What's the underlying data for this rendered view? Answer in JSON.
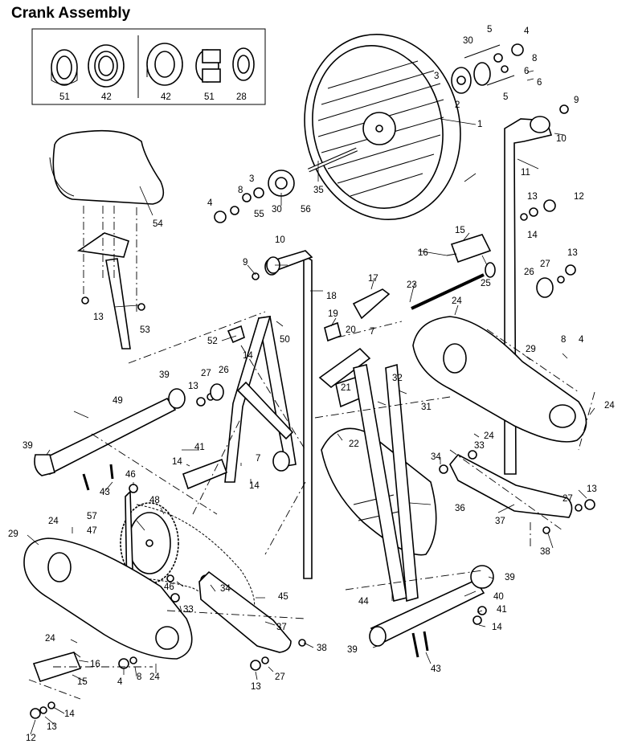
{
  "title": "Crank Assembly",
  "inset_labels": [
    "51",
    "42",
    "42",
    "51",
    "28"
  ],
  "callouts": [
    {
      "id": "c-1",
      "text": "1"
    },
    {
      "id": "c-2",
      "text": "2"
    },
    {
      "id": "c-3a",
      "text": "3"
    },
    {
      "id": "c-30a",
      "text": "30"
    },
    {
      "id": "c-5a",
      "text": "5"
    },
    {
      "id": "c-4a",
      "text": "4"
    },
    {
      "id": "c-8a",
      "text": "8"
    },
    {
      "id": "c-6a",
      "text": "6"
    },
    {
      "id": "c-6b",
      "text": "6"
    },
    {
      "id": "c-5b",
      "text": "5"
    },
    {
      "id": "c-9a",
      "text": "9"
    },
    {
      "id": "c-10a",
      "text": "10"
    },
    {
      "id": "c-11",
      "text": "11"
    },
    {
      "id": "c-12a",
      "text": "12"
    },
    {
      "id": "c-13a",
      "text": "13"
    },
    {
      "id": "c-14a",
      "text": "14"
    },
    {
      "id": "c-54",
      "text": "54"
    },
    {
      "id": "c-3b",
      "text": "3"
    },
    {
      "id": "c-8b",
      "text": "8"
    },
    {
      "id": "c-4b",
      "text": "4"
    },
    {
      "id": "c-55",
      "text": "55"
    },
    {
      "id": "c-30b",
      "text": "30"
    },
    {
      "id": "c-56",
      "text": "56"
    },
    {
      "id": "c-35",
      "text": "35"
    },
    {
      "id": "c-15a",
      "text": "15"
    },
    {
      "id": "c-16a",
      "text": "16"
    },
    {
      "id": "c-13b",
      "text": "13"
    },
    {
      "id": "c-27a",
      "text": "27"
    },
    {
      "id": "c-26a",
      "text": "26"
    },
    {
      "id": "c-25",
      "text": "25"
    },
    {
      "id": "c-23",
      "text": "23"
    },
    {
      "id": "c-24a",
      "text": "24"
    },
    {
      "id": "c-10b",
      "text": "10"
    },
    {
      "id": "c-9b",
      "text": "9"
    },
    {
      "id": "c-18",
      "text": "18"
    },
    {
      "id": "c-17",
      "text": "17"
    },
    {
      "id": "c-19",
      "text": "19"
    },
    {
      "id": "c-20",
      "text": "20"
    },
    {
      "id": "c-7a",
      "text": "7"
    },
    {
      "id": "c-13c",
      "text": "13"
    },
    {
      "id": "c-53",
      "text": "53"
    },
    {
      "id": "c-52",
      "text": "52"
    },
    {
      "id": "c-14b",
      "text": "14"
    },
    {
      "id": "c-50",
      "text": "50"
    },
    {
      "id": "c-39a",
      "text": "39"
    },
    {
      "id": "c-13d",
      "text": "13"
    },
    {
      "id": "c-27b",
      "text": "27"
    },
    {
      "id": "c-26b",
      "text": "26"
    },
    {
      "id": "c-29a",
      "text": "29"
    },
    {
      "id": "c-8c",
      "text": "8"
    },
    {
      "id": "c-4c",
      "text": "4"
    },
    {
      "id": "c-24b",
      "text": "24"
    },
    {
      "id": "c-32",
      "text": "32"
    },
    {
      "id": "c-31",
      "text": "31"
    },
    {
      "id": "c-21",
      "text": "21"
    },
    {
      "id": "c-22",
      "text": "22"
    },
    {
      "id": "c-24c",
      "text": "24"
    },
    {
      "id": "c-33a",
      "text": "33"
    },
    {
      "id": "c-34a",
      "text": "34"
    },
    {
      "id": "c-49",
      "text": "49"
    },
    {
      "id": "c-39b",
      "text": "39"
    },
    {
      "id": "c-41a",
      "text": "41"
    },
    {
      "id": "c-14c",
      "text": "14"
    },
    {
      "id": "c-7b",
      "text": "7"
    },
    {
      "id": "c-14d",
      "text": "14"
    },
    {
      "id": "c-46a",
      "text": "46"
    },
    {
      "id": "c-43a",
      "text": "43"
    },
    {
      "id": "c-48",
      "text": "48"
    },
    {
      "id": "c-57",
      "text": "57"
    },
    {
      "id": "c-47",
      "text": "47"
    },
    {
      "id": "c-24d",
      "text": "24"
    },
    {
      "id": "c-29b",
      "text": "29"
    },
    {
      "id": "c-46b",
      "text": "46"
    },
    {
      "id": "c-34b",
      "text": "34"
    },
    {
      "id": "c-33b",
      "text": "33"
    },
    {
      "id": "c-45",
      "text": "45"
    },
    {
      "id": "c-36",
      "text": "36"
    },
    {
      "id": "c-37a",
      "text": "37"
    },
    {
      "id": "c-27c",
      "text": "27"
    },
    {
      "id": "c-13e",
      "text": "13"
    },
    {
      "id": "c-38a",
      "text": "38"
    },
    {
      "id": "c-39c",
      "text": "39"
    },
    {
      "id": "c-40",
      "text": "40"
    },
    {
      "id": "c-44",
      "text": "44"
    },
    {
      "id": "c-41b",
      "text": "41"
    },
    {
      "id": "c-14e",
      "text": "14"
    },
    {
      "id": "c-39d",
      "text": "39"
    },
    {
      "id": "c-43b",
      "text": "43"
    },
    {
      "id": "c-37b",
      "text": "37"
    },
    {
      "id": "c-38b",
      "text": "38"
    },
    {
      "id": "c-24e",
      "text": "24"
    },
    {
      "id": "c-16b",
      "text": "16"
    },
    {
      "id": "c-15b",
      "text": "15"
    },
    {
      "id": "c-4d",
      "text": "4"
    },
    {
      "id": "c-8d",
      "text": "8"
    },
    {
      "id": "c-24f",
      "text": "24"
    },
    {
      "id": "c-13f",
      "text": "13"
    },
    {
      "id": "c-27d",
      "text": "27"
    },
    {
      "id": "c-14f",
      "text": "14"
    },
    {
      "id": "c-13g",
      "text": "13"
    },
    {
      "id": "c-12b",
      "text": "12"
    }
  ]
}
